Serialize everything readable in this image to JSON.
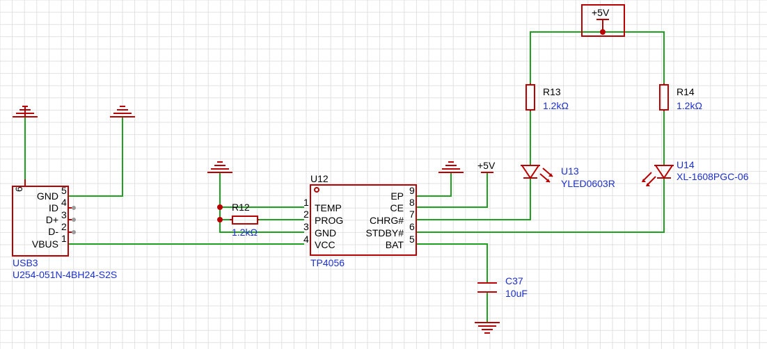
{
  "power": {
    "vcc_label": "+5V",
    "vcc_label_2": "+5V"
  },
  "usb": {
    "designator": "USB3",
    "part": "U254-051N-4BH24-S2S",
    "pin6": "6",
    "pins": [
      {
        "num": "5",
        "name": "GND"
      },
      {
        "num": "4",
        "name": "ID"
      },
      {
        "num": "3",
        "name": "D+"
      },
      {
        "num": "2",
        "name": "D-"
      },
      {
        "num": "1",
        "name": "VBUS"
      }
    ]
  },
  "ic": {
    "designator": "U12",
    "part": "TP4056",
    "left_pins": [
      {
        "num": "1",
        "name": "TEMP"
      },
      {
        "num": "2",
        "name": "PROG"
      },
      {
        "num": "3",
        "name": "GND"
      },
      {
        "num": "4",
        "name": "VCC"
      }
    ],
    "right_pins": [
      {
        "num": "9",
        "name": "EP"
      },
      {
        "num": "8",
        "name": "CE"
      },
      {
        "num": "7",
        "name": "CHRG#"
      },
      {
        "num": "6",
        "name": "STDBY#"
      },
      {
        "num": "5",
        "name": "BAT"
      }
    ]
  },
  "r12": {
    "designator": "R12",
    "value": "1.2kΩ"
  },
  "r13": {
    "designator": "R13",
    "value": "1.2kΩ"
  },
  "r14": {
    "designator": "R14",
    "value": "1.2kΩ"
  },
  "u13": {
    "designator": "U13",
    "part": "YLED0603R"
  },
  "u14": {
    "designator": "U14",
    "part": "XL-1608PGC-06"
  },
  "c37": {
    "designator": "C37",
    "value": "10uF"
  },
  "colors": {
    "wire": "#1fa01f",
    "symbol": "#b80000",
    "label": "#1c2fcf",
    "grid": "#e2e2e2"
  }
}
